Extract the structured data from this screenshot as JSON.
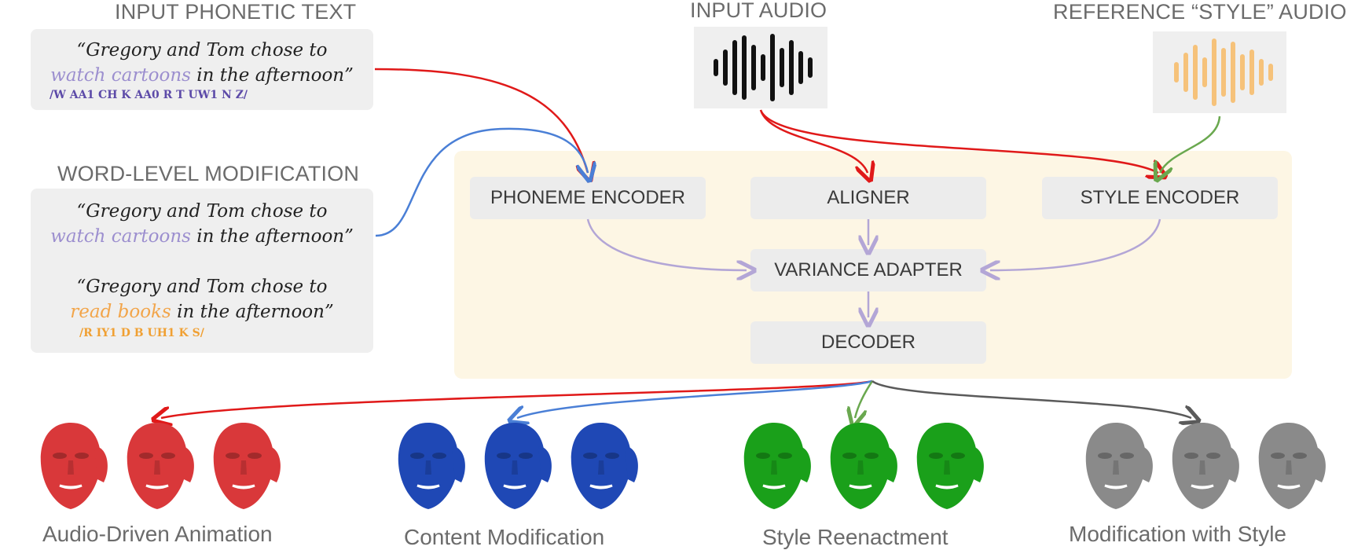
{
  "labels": {
    "input_phonetic_text": "INPUT PHONETIC TEXT",
    "input_audio": "INPUT AUDIO",
    "reference_style_audio": "REFERENCE “STYLE” AUDIO",
    "word_level_modification": "WORD-LEVEL MODIFICATION"
  },
  "phonetic_box": {
    "line1": "“Gregory and Tom chose to",
    "line2_highlight": "watch cartoons",
    "line2_rest": " in the afternoon”",
    "phonemes": "/W AA1 CH K AA0 R T UW1 N Z/"
  },
  "modification_box": {
    "a_line1": "“Gregory and Tom chose to",
    "a_line2_highlight": "watch cartoons",
    "a_line2_rest": " in the afternoon”",
    "b_line1": "“Gregory and Tom chose to",
    "b_line2_highlight": "read books",
    "b_line2_rest": " in the afternoon”",
    "b_phonemes": "/R IY1 D B UH1 K S/"
  },
  "nodes": {
    "phoneme_encoder": "PHONEME ENCODER",
    "aligner": "ALIGNER",
    "style_encoder": "STYLE ENCODER",
    "variance_adapter": "VARIANCE ADAPTER",
    "decoder": "DECODER"
  },
  "captions": {
    "audio_driven": "Audio-Driven Animation",
    "content_modification": "Content Modification",
    "style_reenactment": "Style Reenactment",
    "modification_with_style": "Modification with Style"
  },
  "colors": {
    "red": "#e01919",
    "blue": "#4a7fd6",
    "green": "#6aa84f",
    "gray": "#5a5a5a",
    "lavender": "#b3a6d6",
    "face_red": "#d9383a",
    "face_blue": "#1f48b5",
    "face_green": "#1aa01a",
    "face_gray": "#8a8a8a",
    "style_wave": "#f6c27a",
    "panel_bg": "#fdf6e4"
  },
  "icons": {
    "input_audio": "waveform-icon",
    "style_audio": "waveform-icon",
    "faces": "3d-face-mesh-icon"
  }
}
